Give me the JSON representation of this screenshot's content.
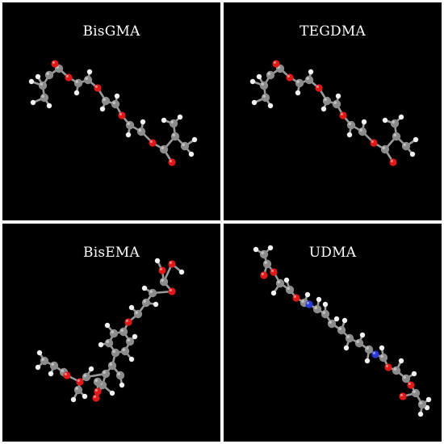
{
  "panels": [
    {
      "label": "BisGMA"
    },
    {
      "label": "TEGDMA"
    },
    {
      "label": "BisEMA"
    },
    {
      "label": "UDMA"
    }
  ],
  "colors": {
    "background": "#000000",
    "carbon": "#8c8c8c",
    "hydrogen": "#f0f0f0",
    "oxygen": "#e01818",
    "nitrogen": "#2a3ad8",
    "label": "#ffffff"
  }
}
